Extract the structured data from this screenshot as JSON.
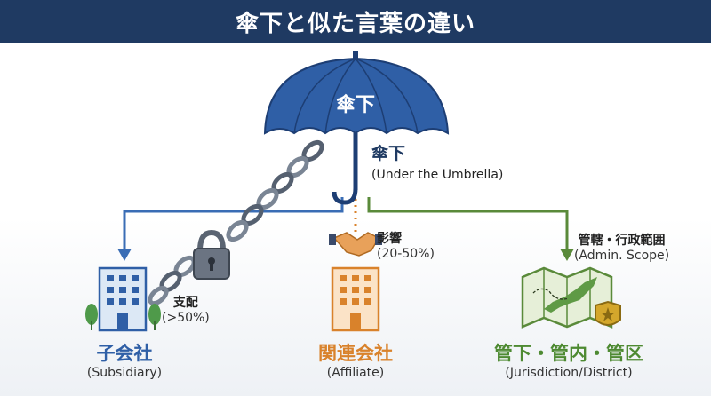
{
  "title": "傘下と似た言葉の違い",
  "umbrella": {
    "canopy_text": "傘下",
    "label_jp": "傘下",
    "label_en": "(Under the Umbrella)"
  },
  "control": {
    "label_jp": "支配",
    "label_pct": "(>50%)"
  },
  "influence": {
    "label_jp": "影響",
    "label_pct": "(20-50%)"
  },
  "jurisdiction": {
    "label_jp": "管轄・行政範囲",
    "label_en": "(Admin. Scope)"
  },
  "subsidiary": {
    "label_jp": "子会社",
    "label_en": "(Subsidiary)"
  },
  "affiliate": {
    "label_jp": "関連会社",
    "label_en": "(Affiliate)"
  },
  "district": {
    "label_jp": "管下・管内・管区",
    "label_en": "(Jurisdiction/District)"
  },
  "colors": {
    "header": "#1f3a62",
    "blue": "#3a6db5",
    "orange": "#d9822b",
    "green": "#5a8a3a"
  }
}
